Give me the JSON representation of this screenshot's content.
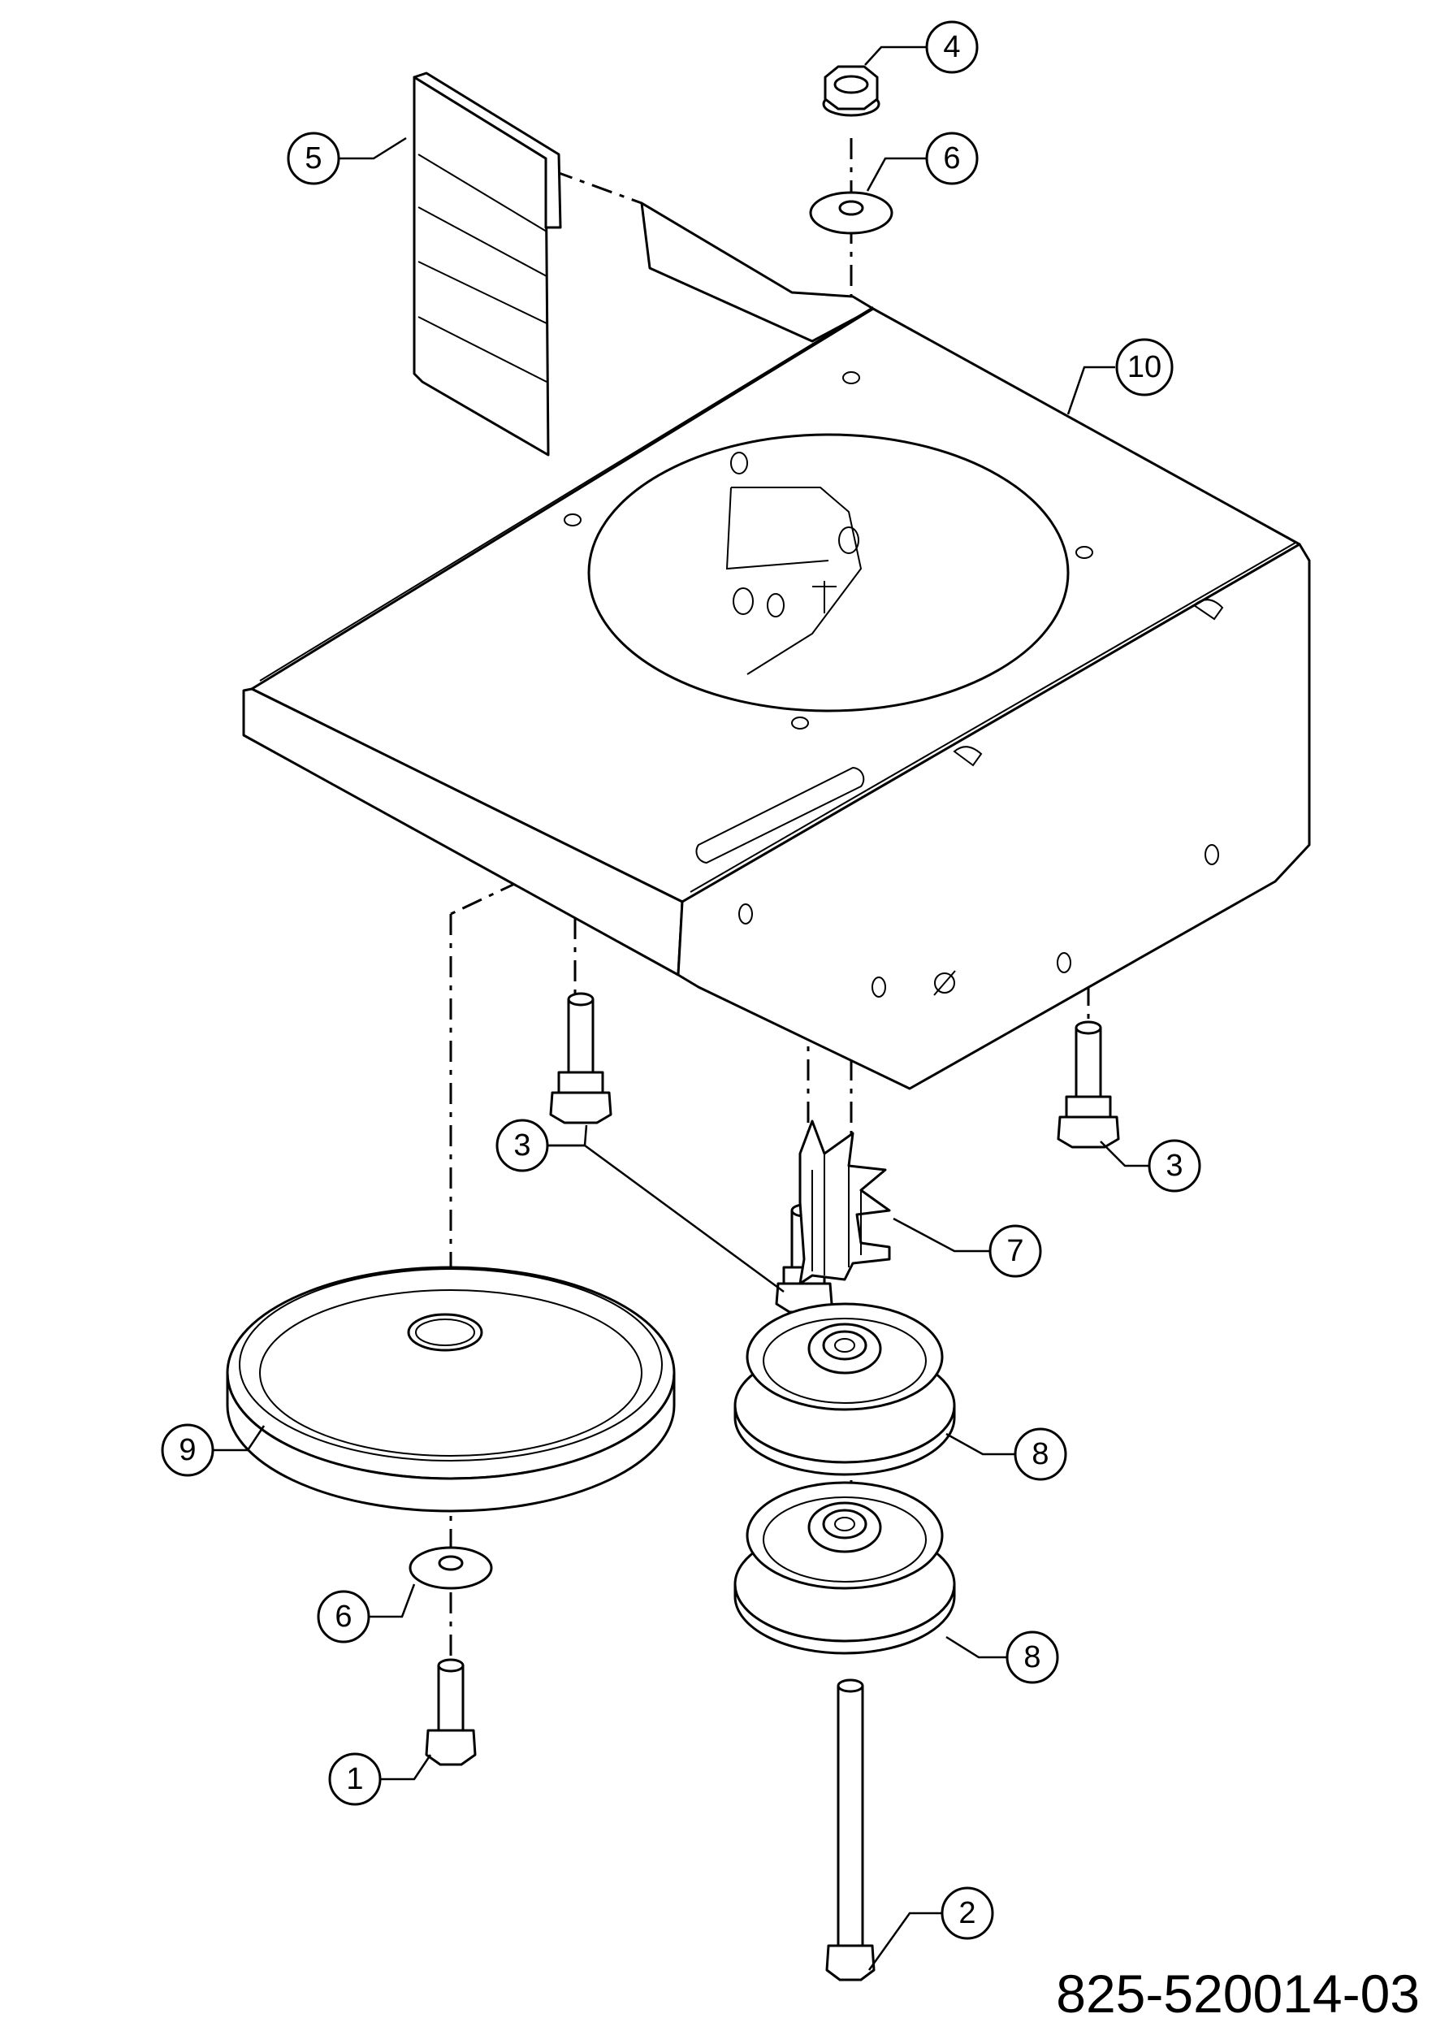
{
  "diagram": {
    "callouts": [
      {
        "id": "c1",
        "label": "1"
      },
      {
        "id": "c2",
        "label": "2"
      },
      {
        "id": "c3a",
        "label": "3"
      },
      {
        "id": "c3b",
        "label": "3"
      },
      {
        "id": "c4",
        "label": "4"
      },
      {
        "id": "c5",
        "label": "5"
      },
      {
        "id": "c6a",
        "label": "6"
      },
      {
        "id": "c6b",
        "label": "6"
      },
      {
        "id": "c7",
        "label": "7"
      },
      {
        "id": "c8a",
        "label": "8"
      },
      {
        "id": "c8b",
        "label": "8"
      },
      {
        "id": "c9",
        "label": "9"
      },
      {
        "id": "c10",
        "label": "10"
      }
    ],
    "document_number": "825-520014-03"
  }
}
